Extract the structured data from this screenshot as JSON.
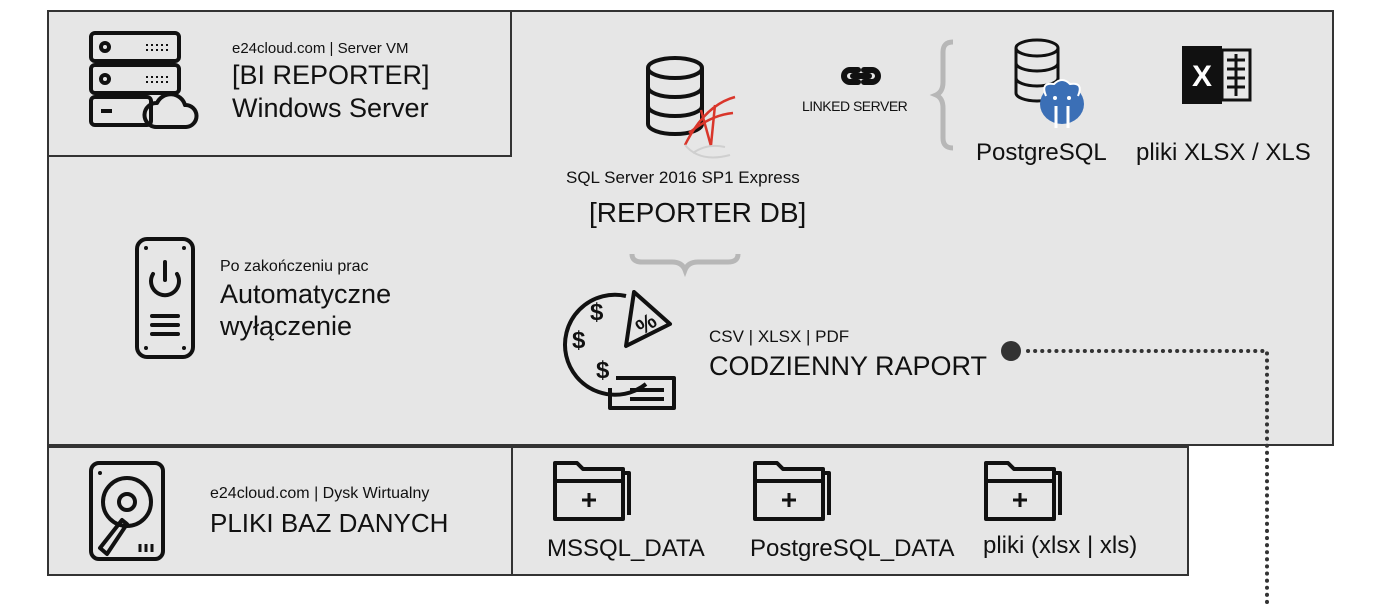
{
  "server_vm": {
    "subtitle": "e24cloud.com | Server VM",
    "name": "[BI REPORTER]",
    "os": "Windows Server"
  },
  "sql_server": {
    "subtitle": "SQL Server 2016 SP1 Express",
    "name": "[REPORTER DB]"
  },
  "linked_server": {
    "label": "LINKED SERVER",
    "sources": [
      {
        "label": "PostgreSQL",
        "icon": "postgresql-database-icon"
      },
      {
        "label": "pliki XLSX / XLS",
        "icon": "excel-icon"
      }
    ]
  },
  "shutdown": {
    "subtitle": "Po zakończeniu prac",
    "line1": "Automatyczne",
    "line2": "wyłączenie"
  },
  "report": {
    "formats": "CSV | XLSX | PDF",
    "title": "CODZIENNY RAPORT"
  },
  "virtual_disk": {
    "subtitle": "e24cloud.com | Dysk Wirtualny",
    "title": "PLIKI BAZ DANYCH"
  },
  "folders": [
    {
      "label": "MSSQL_DATA"
    },
    {
      "label": "PostgreSQL_DATA"
    },
    {
      "label": "pliki (xlsx | xls)"
    }
  ],
  "colors": {
    "panel": "#e6e6e6",
    "border": "#333333",
    "sql_accent": "#d9362b",
    "postgres_blue": "#3b6fb6",
    "connector": "#333333"
  }
}
